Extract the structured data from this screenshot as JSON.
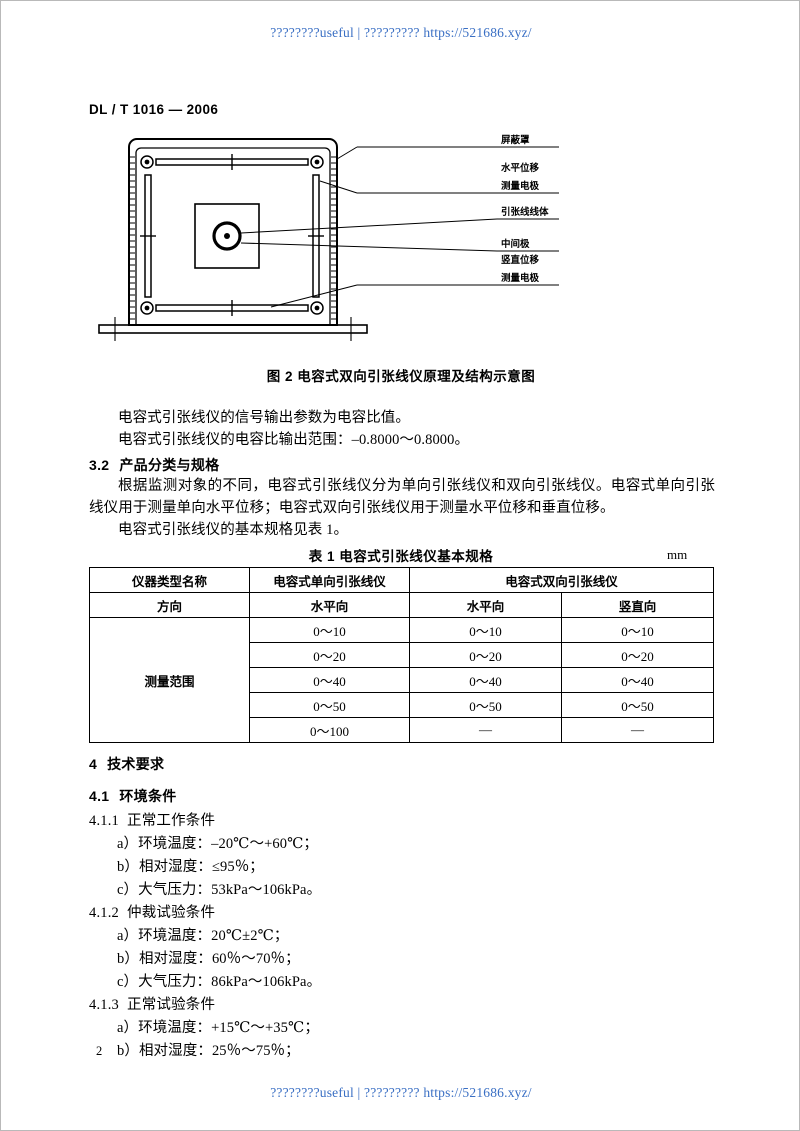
{
  "watermark": {
    "top": "????????useful | ????????? https://521686.xyz/",
    "bottom": "????????useful | ????????? https://521686.xyz/",
    "color": "#3a6fc4"
  },
  "standard_number": "DL / T 1016 — 2006",
  "page_number": "2",
  "figure": {
    "caption": "图 2    电容式双向引张线仪原理及结构示意图",
    "labels": [
      "屏蔽罩",
      "水平位移",
      "测量电极",
      "引张线线体",
      "中间极",
      "竖直位移",
      "测量电极"
    ]
  },
  "body": {
    "p1": "电容式引张线仪的信号输出参数为电容比值。",
    "p2": "电容式引张线仪的电容比输出范围：–0.8000～0.8000。",
    "h32_num": "3.2",
    "h32_text": "产品分类与规格",
    "p3": "根据监测对象的不同，电容式引张线仪分为单向引张线仪和双向引张线仪。电容式单向引张线仪用于测量单向水平位移；电容式双向引张线仪用于测量水平位移和垂直位移。",
    "p4": "电容式引张线仪的基本规格见表 1。"
  },
  "table": {
    "title": "表 1    电容式引张线仪基本规格",
    "unit": "mm",
    "header_row1": [
      "仪器类型名称",
      "电容式单向引张线仪",
      "电容式双向引张线仪"
    ],
    "header_row2": [
      "方向",
      "水平向",
      "水平向",
      "竖直向"
    ],
    "row_label": "测量范围",
    "rows": [
      [
        "0～10",
        "0～10",
        "0～10"
      ],
      [
        "0～20",
        "0～20",
        "0～20"
      ],
      [
        "0～40",
        "0～40",
        "0～40"
      ],
      [
        "0～50",
        "0～50",
        "0～50"
      ],
      [
        "0～100",
        "—",
        "—"
      ]
    ]
  },
  "sections": {
    "h4_num": "4",
    "h4_text": "技术要求",
    "h41_num": "4.1",
    "h41_text": "环境条件",
    "h411_num": "4.1.1",
    "h411_text": "正常工作条件",
    "items411": [
      "a）环境温度：–20℃～+60℃；",
      "b）相对湿度：≤95％；",
      "c）大气压力：53kPa～106kPa。"
    ],
    "h412_num": "4.1.2",
    "h412_text": "仲裁试验条件",
    "items412": [
      "a）环境温度：20℃±2℃；",
      "b）相对湿度：60％～70％；",
      "c）大气压力：86kPa～106kPa。"
    ],
    "h413_num": "4.1.3",
    "h413_text": "正常试验条件",
    "items413": [
      "a）环境温度：+15℃～+35℃；",
      "b）相对湿度：25％～75％；"
    ]
  }
}
